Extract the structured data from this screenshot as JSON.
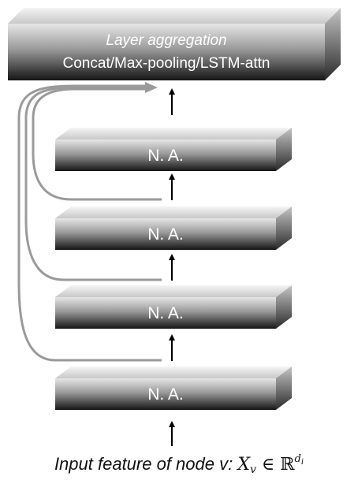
{
  "aggregation": {
    "title": "Layer aggregation",
    "methods": "Concat/Max-pooling/LSTM-attn"
  },
  "layers": [
    {
      "label": "N. A."
    },
    {
      "label": "N. A."
    },
    {
      "label": "N. A."
    },
    {
      "label": "N. A."
    }
  ],
  "caption": {
    "text": "Input feature of node v:",
    "math_var": "X",
    "math_sub": "v",
    "math_in": " ∈ ",
    "math_set": "ℝ",
    "math_sup_base": "d",
    "math_sup_sub": "i"
  },
  "colors": {
    "box_light": "#e4e4e4",
    "box_dark": "#1a1a1a",
    "skip_arrow": "#9a9a9a",
    "arrow": "#000000"
  }
}
